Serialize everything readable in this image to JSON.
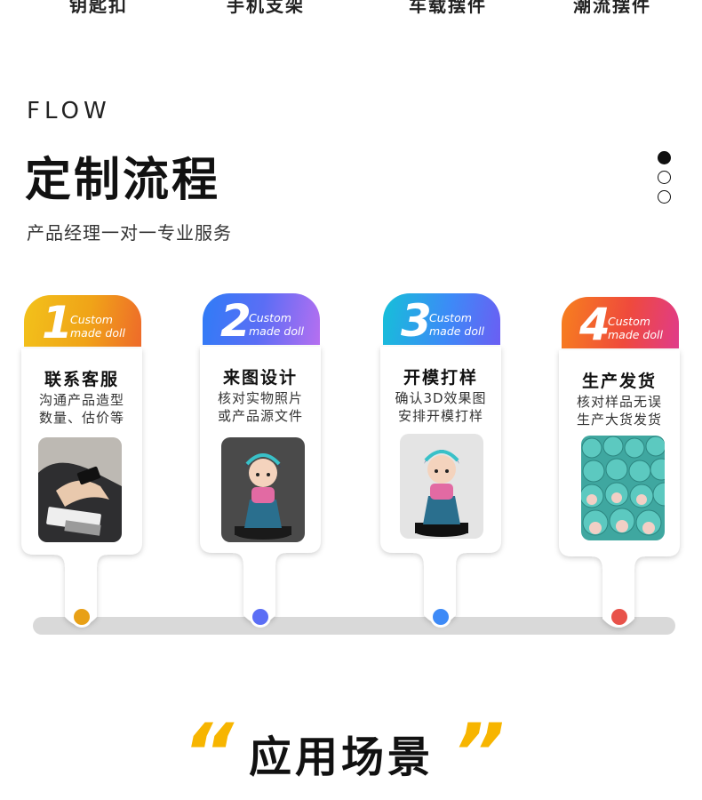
{
  "top_nav": {
    "items": [
      "钥匙扣",
      "手机支架",
      "车载摆件",
      "潮流摆件"
    ]
  },
  "section": {
    "eyebrow": "FLOW",
    "title": "定制流程",
    "subtitle": "产品经理一对一专业服务"
  },
  "pager": {
    "count": 3,
    "active_index": 0
  },
  "steps": [
    {
      "number": "1",
      "badge_line1": "Custom",
      "badge_line2": "made doll",
      "title": "联系客服",
      "desc_line1": "沟通产品造型",
      "desc_line2": "数量、估价等",
      "accent": "#e8a016",
      "image": "business-person-phone"
    },
    {
      "number": "2",
      "badge_line1": "Custom",
      "badge_line2": "made doll",
      "title": "来图设计",
      "desc_line1": "核对实物照片",
      "desc_line2": "或产品源文件",
      "accent": "#5b6ef5",
      "image": "doll-figure-photo"
    },
    {
      "number": "3",
      "badge_line1": "Custom",
      "badge_line2": "made doll",
      "title": "开模打样",
      "desc_line1": "确认3D效果图",
      "desc_line2": "安排开模打样",
      "accent": "#3d8af7",
      "image": "doll-sample-photo"
    },
    {
      "number": "4",
      "badge_line1": "Custom",
      "badge_line2": "made doll",
      "title": "生产发货",
      "desc_line1": "核对样品无误",
      "desc_line2": "生产大货发货",
      "accent": "#e8524a",
      "image": "mass-production-photo"
    }
  ],
  "bottom_heading": {
    "open_quote": "“",
    "text": "应用场景",
    "close_quote": "”"
  }
}
